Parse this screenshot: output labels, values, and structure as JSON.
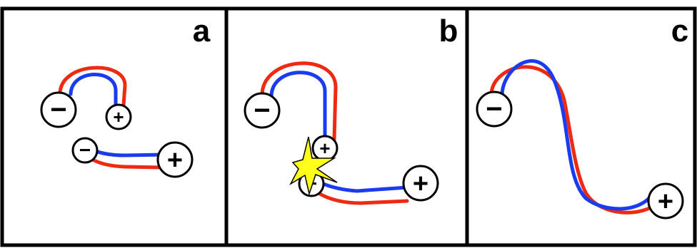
{
  "panels": [
    {
      "label": "a"
    },
    {
      "label": "b"
    },
    {
      "label": "c"
    }
  ],
  "ends": {
    "minus": "−",
    "plus": "+"
  },
  "colors": {
    "strand_1": "#ee2a12",
    "strand_2": "#1a3cf0",
    "spark": "#ffff1a",
    "frame": "#000000"
  },
  "icons": {
    "spark": "star-burst-icon"
  }
}
